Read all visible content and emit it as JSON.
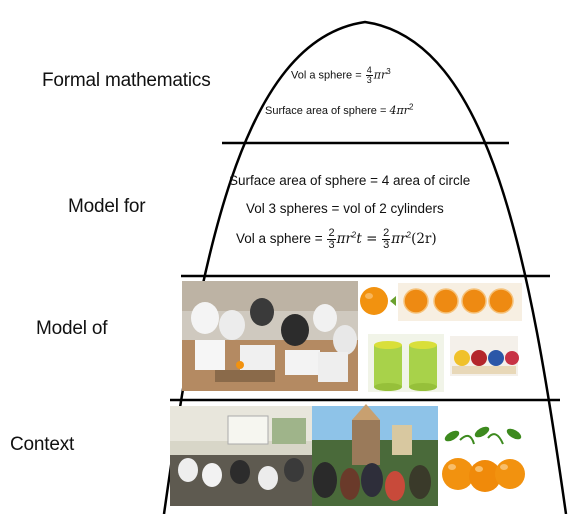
{
  "levels": {
    "formal": "Formal mathematics",
    "model_for": "Model for",
    "model_of": "Model of",
    "context": "Context"
  },
  "formal_formulas": {
    "vol_label": "Vol a sphere =",
    "vol_num": "4",
    "vol_den": "3",
    "vol_tail_pi": "π",
    "vol_tail_r": "r",
    "vol_tail_exp": "3",
    "area_label": "Surface area of sphere =",
    "area_expr": "4πr",
    "area_exp": "2"
  },
  "model_for_text": {
    "line1": "Surface area of sphere = 4 area of circle",
    "line2": "Vol 3 spheres = vol of 2 cylinders",
    "line3_label": "Vol a sphere =",
    "line3_num1": "2",
    "line3_den1": "3",
    "line3_mid": "πr",
    "line3_exp1": "2",
    "line3_t": "t =",
    "line3_num2": "2",
    "line3_den2": "3",
    "line3_mid2": "πr",
    "line3_exp2": "2",
    "line3_end": "(2r)"
  },
  "icons": {
    "orange": "orange-icon",
    "cylinder": "cylinder-icon",
    "ball": "ball-icon"
  },
  "colors": {
    "orange": "#f2920f",
    "orange_dark": "#d8700a",
    "cylinder_top": "#d9df3a",
    "cylinder_body": "#a8d24a",
    "leaf": "#3d8a1e"
  }
}
